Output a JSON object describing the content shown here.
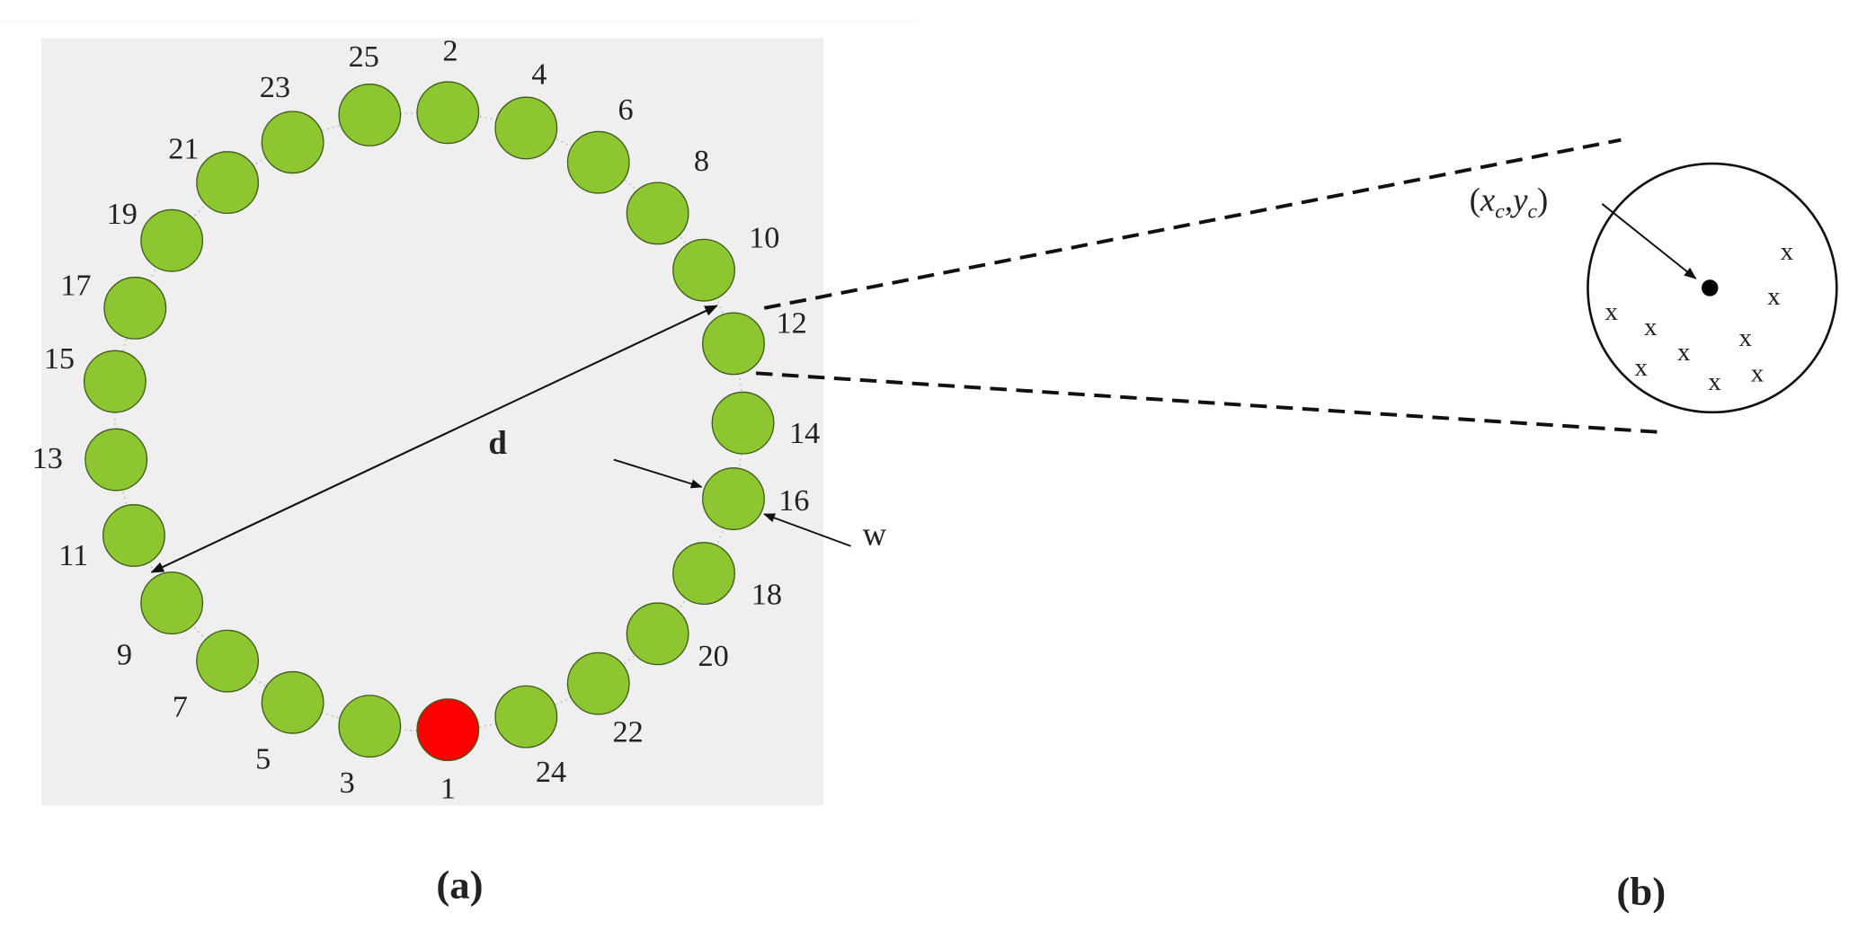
{
  "panel_a": {
    "caption": "(a)",
    "node_labels": [
      "1",
      "3",
      "5",
      "7",
      "9",
      "11",
      "13",
      "15",
      "17",
      "19",
      "21",
      "23",
      "25",
      "2",
      "4",
      "6",
      "8",
      "10",
      "12",
      "14",
      "16",
      "18",
      "20",
      "22",
      "24"
    ],
    "start_node": "1",
    "diameter_label": "d",
    "width_label": "w",
    "colors": {
      "node": "#8dc631",
      "start_node": "#ff0000",
      "background": "#efefef"
    }
  },
  "panel_b": {
    "caption": "(b)",
    "center_label_x": "x",
    "center_label_y": "y",
    "center_subscript": "c",
    "marker_glyph": "x"
  }
}
